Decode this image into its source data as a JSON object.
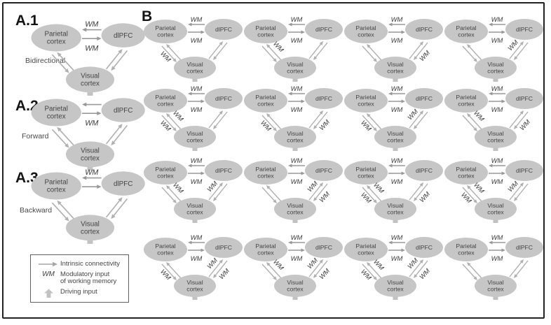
{
  "colors": {
    "node_fill": "#c6c6c6",
    "node_text": "#454545",
    "arrow": "#b0b0b0",
    "arrow_dark": "#999999",
    "wm_text": "#3c3c3c",
    "driving": "#c2c2c2",
    "border": "#222222",
    "legend_border": "#606060"
  },
  "nodes": {
    "parietal": [
      "Parietal",
      "cortex"
    ],
    "dlpfc": "dlPFC",
    "visual": [
      "Visual",
      "cortex"
    ]
  },
  "wm_label": "WM",
  "panelA": {
    "models": [
      {
        "id": "A.1",
        "name": "Bidirectional",
        "wm": [
          "top",
          "bottom"
        ]
      },
      {
        "id": "A.2",
        "name": "Forward",
        "wm": [
          "bottom"
        ]
      },
      {
        "id": "A.3",
        "name": "Backward",
        "wm": [
          "top"
        ]
      }
    ]
  },
  "panelB": {
    "label": "B",
    "models": [
      {
        "row": 1,
        "col": 1,
        "wm": [
          "top",
          "bottom",
          "left_outer"
        ]
      },
      {
        "row": 1,
        "col": 2,
        "wm": [
          "top",
          "bottom",
          "left_inner"
        ]
      },
      {
        "row": 1,
        "col": 3,
        "wm": [
          "top",
          "bottom",
          "right_outer"
        ]
      },
      {
        "row": 1,
        "col": 4,
        "wm": [
          "top",
          "bottom",
          "right_inner"
        ]
      },
      {
        "row": 2,
        "col": 1,
        "wm": [
          "top",
          "bottom",
          "left_outer",
          "left_inner"
        ]
      },
      {
        "row": 2,
        "col": 2,
        "wm": [
          "top",
          "bottom",
          "left_outer",
          "right_outer"
        ]
      },
      {
        "row": 2,
        "col": 3,
        "wm": [
          "top",
          "bottom",
          "left_outer",
          "right_inner"
        ]
      },
      {
        "row": 2,
        "col": 4,
        "wm": [
          "top",
          "bottom",
          "left_inner",
          "right_outer"
        ]
      },
      {
        "row": 3,
        "col": 1,
        "wm": [
          "top",
          "bottom",
          "left_inner",
          "right_inner"
        ]
      },
      {
        "row": 3,
        "col": 2,
        "wm": [
          "top",
          "bottom",
          "right_inner",
          "right_outer"
        ]
      },
      {
        "row": 3,
        "col": 3,
        "wm": [
          "top",
          "bottom",
          "left_outer",
          "left_inner",
          "right_outer"
        ]
      },
      {
        "row": 3,
        "col": 4,
        "wm": [
          "top",
          "bottom",
          "left_outer",
          "left_inner",
          "right_inner"
        ]
      },
      {
        "row": 4,
        "col": 1,
        "wm": [
          "top",
          "bottom",
          "left_outer",
          "right_inner",
          "right_outer"
        ]
      },
      {
        "row": 4,
        "col": 2,
        "wm": [
          "top",
          "bottom",
          "left_inner",
          "right_inner",
          "right_outer"
        ]
      },
      {
        "row": 4,
        "col": 3,
        "wm": [
          "top",
          "bottom",
          "left_outer",
          "left_inner",
          "right_inner",
          "right_outer"
        ]
      },
      {
        "row": 4,
        "col": 4,
        "wm": [
          "top",
          "bottom"
        ]
      }
    ]
  },
  "legend": {
    "items": [
      {
        "icon": "intrinsic-arrow-icon",
        "label": "Intrinsic connectivity"
      },
      {
        "icon": "wm-symbol",
        "label": "Modulatory input of working memory",
        "line1": "Modulatory input",
        "line2": "of working memory"
      },
      {
        "icon": "driving-arrow-icon",
        "label": "Driving input"
      }
    ]
  }
}
